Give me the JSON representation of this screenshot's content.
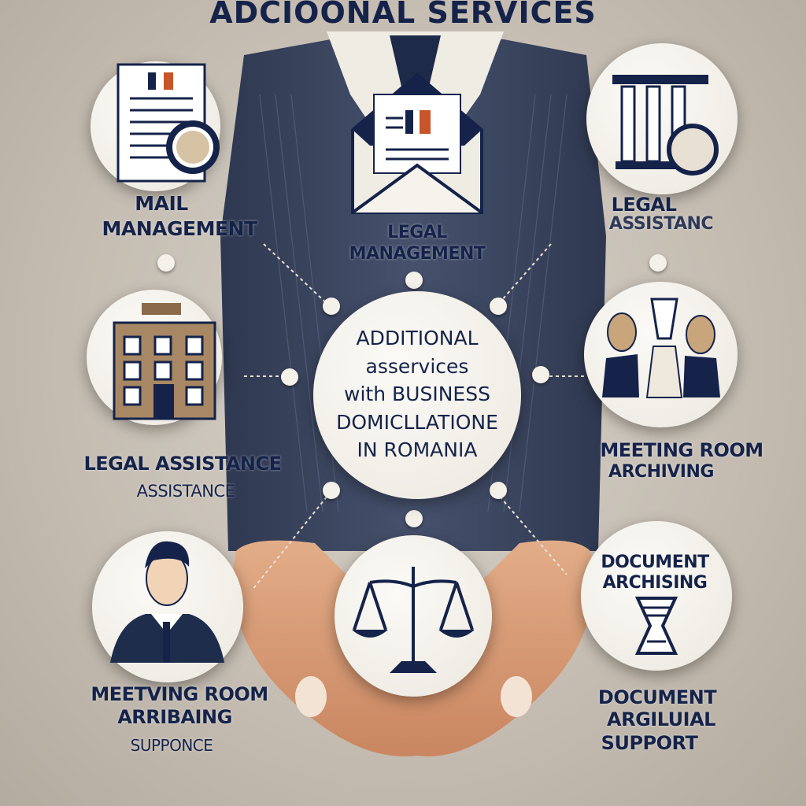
{
  "title": "ADCIOONAL SERVICES",
  "center": {
    "lines": [
      "ADDITIONAL",
      "asservices",
      "with BUSINESS",
      "DOMICLLATIONE",
      "IN ROMANIA"
    ]
  },
  "nodes": [
    {
      "id": "top-left",
      "icon": "document-seal-icon",
      "lines": [
        "MAIL",
        "MANAGEMENT"
      ]
    },
    {
      "id": "top-center",
      "icon": "envelope-icon",
      "lines": [
        "LEGAL",
        "MANAGEMENT"
      ]
    },
    {
      "id": "top-right",
      "icon": "courthouse-magnifier-icon",
      "lines": [
        "LEGAL",
        "ASSISTANC"
      ]
    },
    {
      "id": "mid-left",
      "icon": "building-icon",
      "lines": [
        "LEGAL ASSISTANCE",
        "ASSISTANCE"
      ]
    },
    {
      "id": "mid-right",
      "icon": "meeting-people-icon",
      "lines": [
        "MEETING ROOM",
        "ARCHIVING"
      ]
    },
    {
      "id": "bottom-left",
      "icon": "businessman-icon",
      "lines": [
        "MEETVING ROOM",
        "ARRIBAING",
        "SUPPONCE"
      ]
    },
    {
      "id": "bottom-center",
      "icon": "scales-of-justice-icon",
      "lines": []
    },
    {
      "id": "bottom-right",
      "icon": "hourglass-icon",
      "inner_lines": [
        "DOCUMENT",
        "ARCHISING"
      ],
      "lines": [
        "DOCUMENT",
        "ARGILUIAL",
        "SUPPORT"
      ]
    }
  ],
  "colors": {
    "navy": "#15234a",
    "suit": "#3b4660",
    "background": "#c4bcb1",
    "skin": "#d79c74",
    "accent": "#c8552a"
  }
}
